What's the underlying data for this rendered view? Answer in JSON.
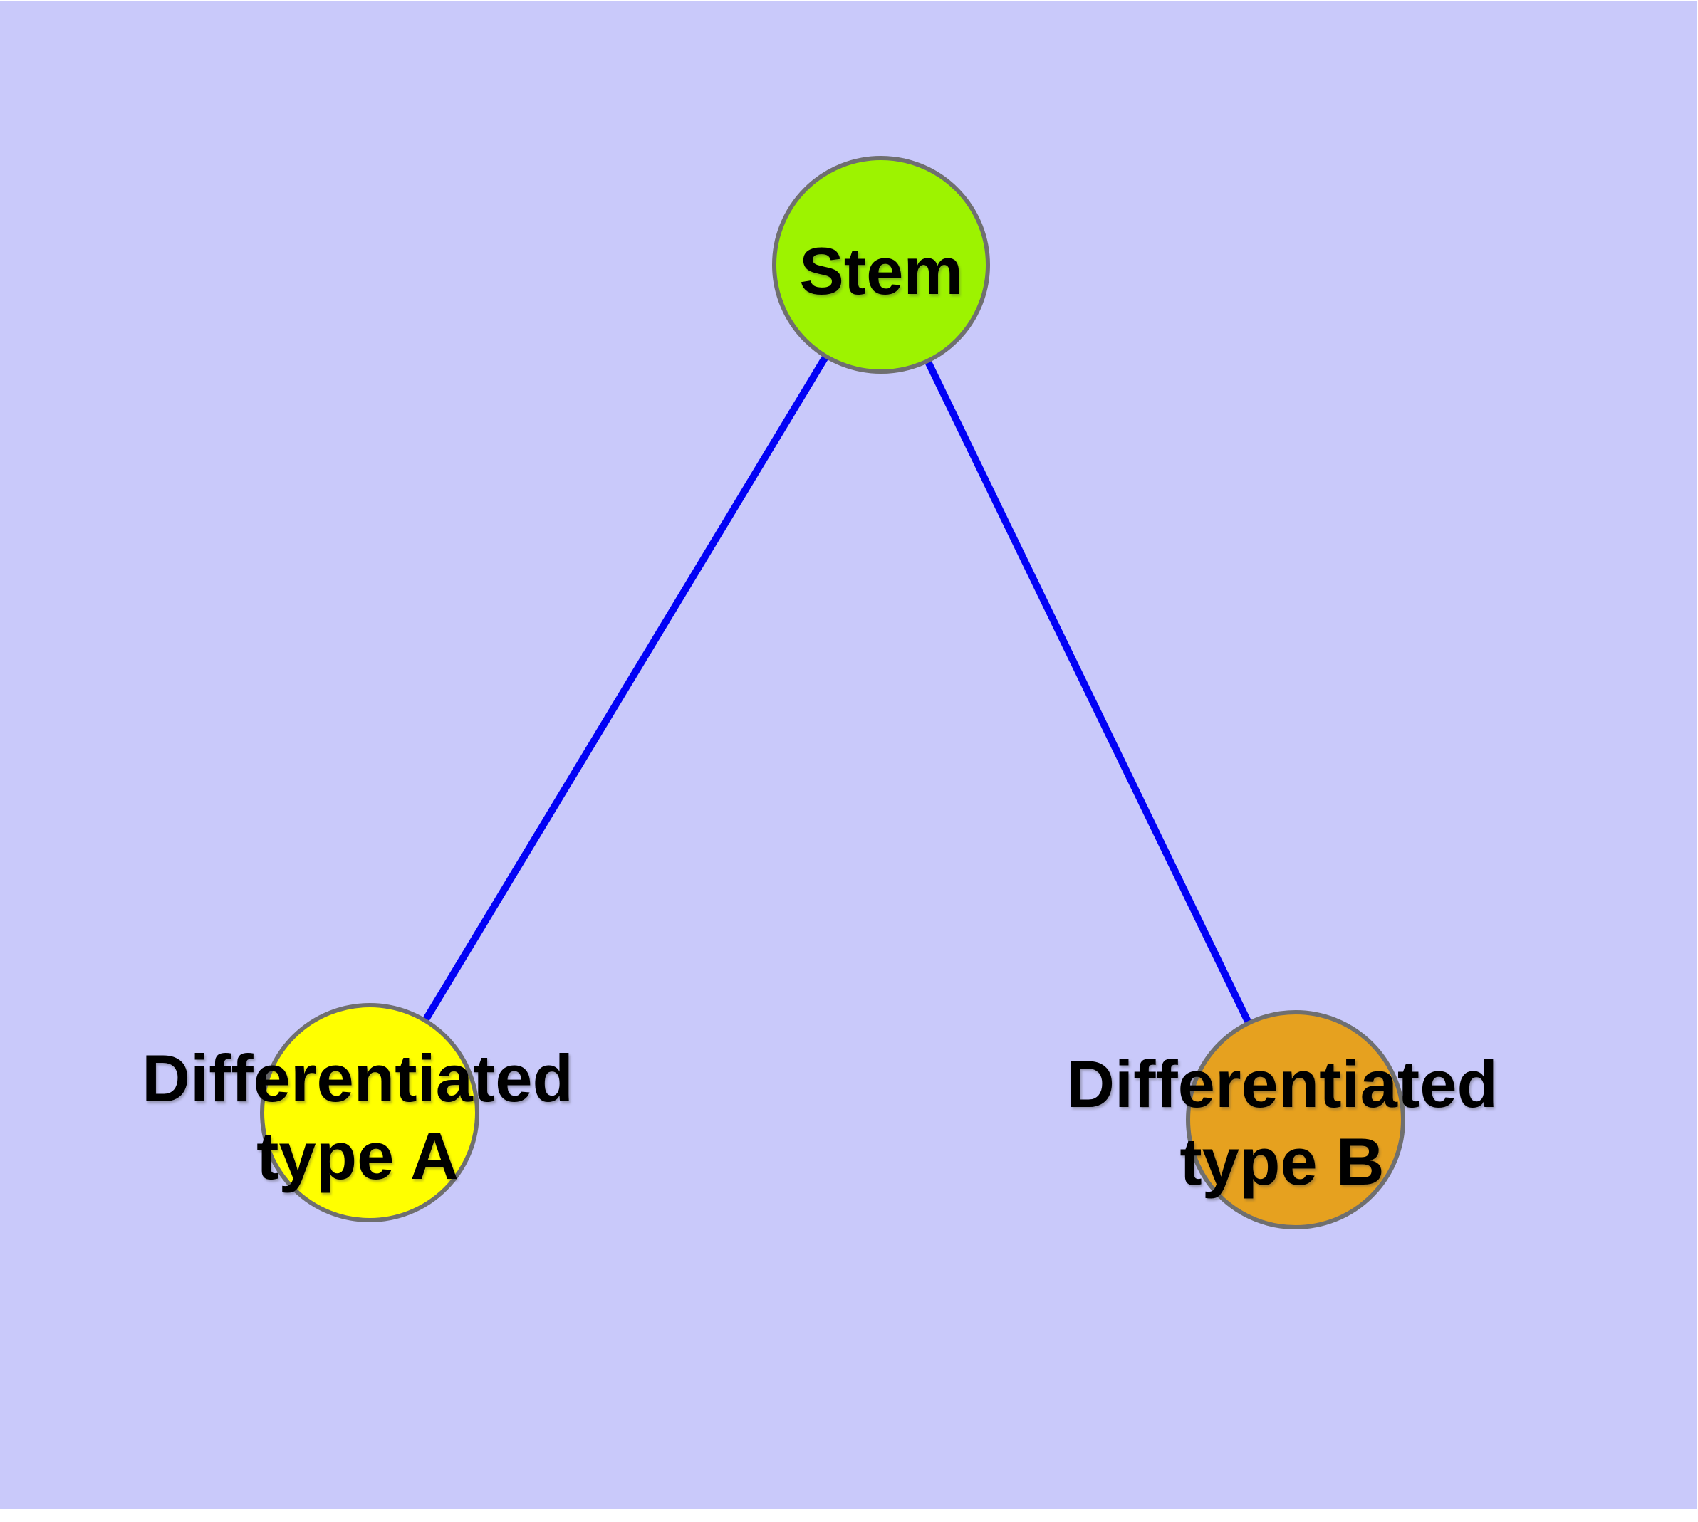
{
  "diagram": {
    "background_color": "#c9c9fa",
    "page_margin_color": "#ffffff",
    "node_border_color": "#6f6f6f",
    "edge_color": "#0202f5",
    "text_color": "#000000",
    "nodes": [
      {
        "id": "stem",
        "label": "Stem",
        "fill": "#9df300"
      },
      {
        "id": "differentiated-type-a",
        "label_line1": "Differentiated",
        "label_line2": "type A",
        "fill": "#ffff00"
      },
      {
        "id": "differentiated-type-b",
        "label_line1": "Differentiated",
        "label_line2": "type B",
        "fill": "#e6a11f"
      }
    ],
    "edges": [
      {
        "from": "Stem",
        "to": "Differentiated type A"
      },
      {
        "from": "Stem",
        "to": "Differentiated type B"
      }
    ]
  }
}
